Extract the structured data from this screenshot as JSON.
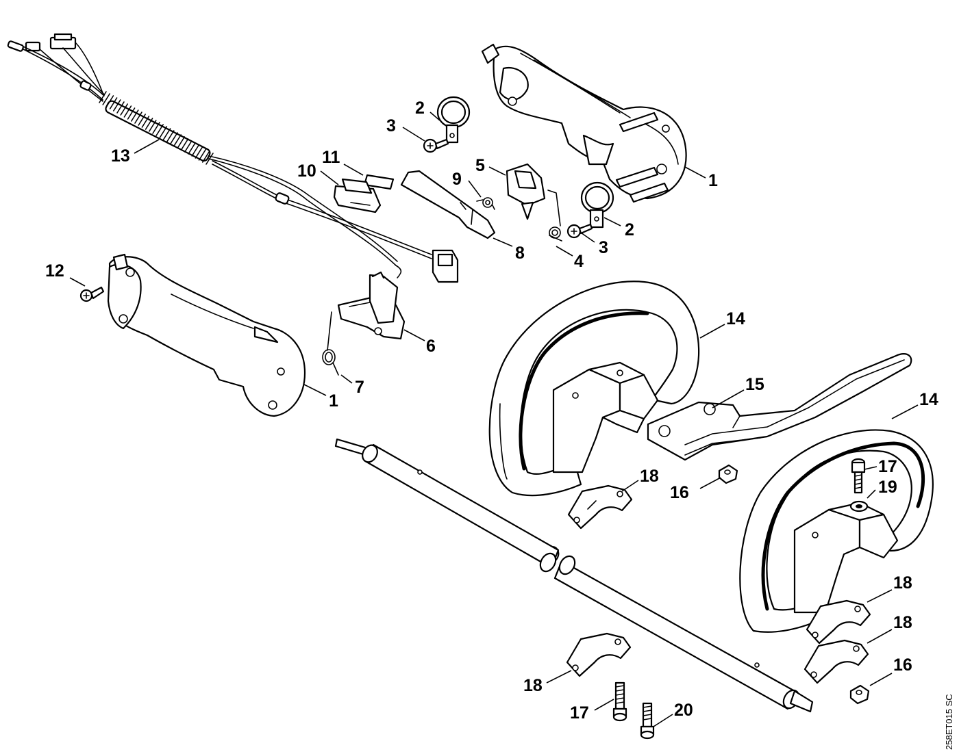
{
  "diagram": {
    "reference_code": "258ET015 SC",
    "callouts": [
      {
        "id": "c1a",
        "label": "1"
      },
      {
        "id": "c1b",
        "label": "1"
      },
      {
        "id": "c2a",
        "label": "2"
      },
      {
        "id": "c2b",
        "label": "2"
      },
      {
        "id": "c3a",
        "label": "3"
      },
      {
        "id": "c3b",
        "label": "3"
      },
      {
        "id": "c4",
        "label": "4"
      },
      {
        "id": "c5",
        "label": "5"
      },
      {
        "id": "c6",
        "label": "6"
      },
      {
        "id": "c7",
        "label": "7"
      },
      {
        "id": "c8",
        "label": "8"
      },
      {
        "id": "c9",
        "label": "9"
      },
      {
        "id": "c10",
        "label": "10"
      },
      {
        "id": "c11",
        "label": "11"
      },
      {
        "id": "c12",
        "label": "12"
      },
      {
        "id": "c13",
        "label": "13"
      },
      {
        "id": "c14a",
        "label": "14"
      },
      {
        "id": "c14b",
        "label": "14"
      },
      {
        "id": "c15",
        "label": "15"
      },
      {
        "id": "c16a",
        "label": "16"
      },
      {
        "id": "c16b",
        "label": "16"
      },
      {
        "id": "c17a",
        "label": "17"
      },
      {
        "id": "c17b",
        "label": "17"
      },
      {
        "id": "c18a",
        "label": "18"
      },
      {
        "id": "c18b",
        "label": "18"
      },
      {
        "id": "c18c",
        "label": "18"
      },
      {
        "id": "c18d",
        "label": "18"
      },
      {
        "id": "c19",
        "label": "19"
      },
      {
        "id": "c20",
        "label": "20"
      }
    ]
  }
}
